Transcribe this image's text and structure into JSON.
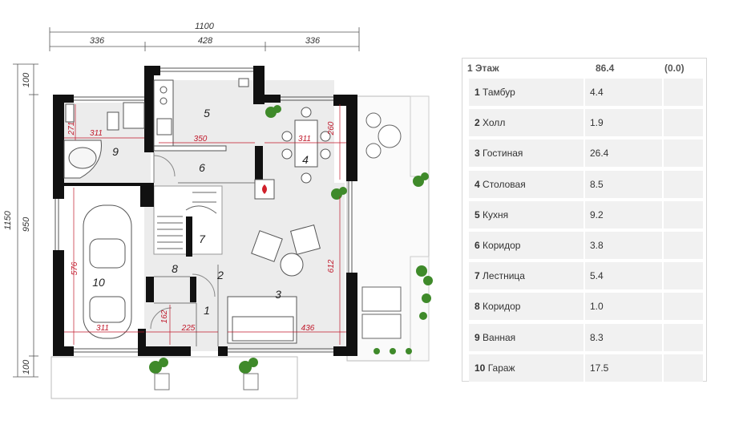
{
  "plan": {
    "dims_top": {
      "total": "1100",
      "left": "336",
      "center": "428",
      "right": "336"
    },
    "dims_left": {
      "total": "1150",
      "top": "100",
      "middle": "950",
      "bottom": "100"
    },
    "rooms": [
      {
        "num": "1"
      },
      {
        "num": "2"
      },
      {
        "num": "3"
      },
      {
        "num": "4"
      },
      {
        "num": "5"
      },
      {
        "num": "6"
      },
      {
        "num": "7"
      },
      {
        "num": "8"
      },
      {
        "num": "9"
      },
      {
        "num": "10"
      }
    ],
    "room_dims": [
      "271",
      "311",
      "350",
      "311",
      "260",
      "576",
      "311",
      "162",
      "225",
      "436",
      "612"
    ]
  },
  "table": {
    "header": {
      "floor": "1 Этаж",
      "total": "86.4",
      "extra": "(0.0)"
    },
    "rows": [
      {
        "num": "1",
        "name": "Тамбур",
        "area": "4.4"
      },
      {
        "num": "2",
        "name": "Холл",
        "area": "1.9"
      },
      {
        "num": "3",
        "name": "Гостиная",
        "area": "26.4"
      },
      {
        "num": "4",
        "name": "Столовая",
        "area": "8.5"
      },
      {
        "num": "5",
        "name": "Кухня",
        "area": "9.2"
      },
      {
        "num": "6",
        "name": "Коридор",
        "area": "3.8"
      },
      {
        "num": "7",
        "name": "Лестница",
        "area": "5.4"
      },
      {
        "num": "8",
        "name": "Коридор",
        "area": "1.0"
      },
      {
        "num": "9",
        "name": "Ванная",
        "area": "8.3"
      },
      {
        "num": "10",
        "name": "Гараж",
        "area": "17.5"
      }
    ]
  },
  "colors": {
    "wall": "#111111",
    "floor": "#ebebeb",
    "dim_red": "#c0182a",
    "plant": "#3f8a2a"
  }
}
